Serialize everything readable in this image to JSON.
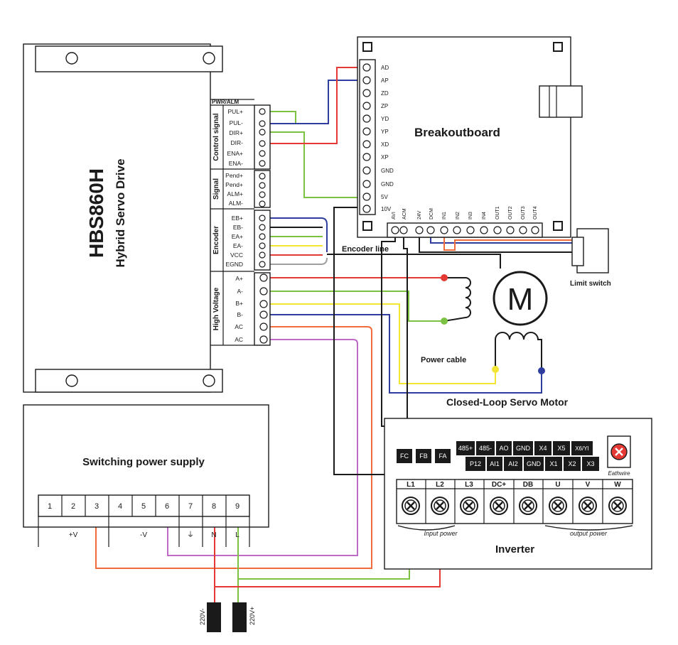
{
  "driver": {
    "model": "HBS860H",
    "subtitle": "Hybrid Servo Drive",
    "groups": {
      "pwr_alm": "PWR/ALM",
      "control": "Control signal",
      "signal": "Signal",
      "encoder": "Encoder",
      "high_voltage": "High Voltage"
    },
    "pins": [
      "PUL+",
      "PUL-",
      "DIR+",
      "DIR-",
      "ENA+",
      "ENA-",
      "Pend+",
      "Pend+",
      "ALM+",
      "ALM-",
      "EB+",
      "EB-",
      "EA+",
      "EA-",
      "VCC",
      "EGND",
      "A+",
      "A-",
      "B+",
      "B-",
      "AC",
      "AC"
    ]
  },
  "breakout": {
    "title": "Breakoutboard",
    "right_pins": [
      "AD",
      "AP",
      "ZD",
      "ZP",
      "YD",
      "YP",
      "XD",
      "XP",
      "GND",
      "GND",
      "5V",
      "10V"
    ],
    "bottom_pins": [
      "AVI",
      "ACM",
      "24V",
      "DCM",
      "IN1",
      "IN2",
      "IN3",
      "IN4",
      "OUT1",
      "OUT2",
      "OUT3",
      "OUT4"
    ]
  },
  "labels": {
    "encoder_line": "Encoder line",
    "limit_switch": "Limit switch",
    "power_cable": "Power cable",
    "motor_symbol": "M",
    "motor_title": "Closed-Loop Servo Motor",
    "v220_minus": "220V-",
    "v220_plus": "220V+"
  },
  "psu": {
    "title": "Switching power supply",
    "terminals": [
      "1",
      "2",
      "3",
      "4",
      "5",
      "6",
      "7",
      "8",
      "9"
    ],
    "groups": [
      "+V",
      "-V",
      "⏚",
      "N",
      "L"
    ]
  },
  "inverter": {
    "title": "Inverter",
    "row1": [
      "485+",
      "485-",
      "AO",
      "GND",
      "X4",
      "X5",
      "X6/YI"
    ],
    "row1_left": [
      "FC",
      "FB",
      "FA"
    ],
    "row2": [
      "P12",
      "AI1",
      "AI2",
      "GND",
      "X1",
      "X2",
      "X3"
    ],
    "terminals": [
      "L1",
      "L2",
      "L3",
      "DC+",
      "DB",
      "U",
      "V",
      "W"
    ],
    "input_power": "Input power",
    "output_power": "output power",
    "earth": "Eathwire"
  },
  "colors": {
    "red": "#e53935",
    "green": "#7cc242",
    "blue": "#2f3e9e",
    "yellow": "#f2e533",
    "black": "#1a1a1a",
    "gray": "#9e9e9e",
    "orange": "#f26b3a",
    "purple": "#c06ac8"
  }
}
